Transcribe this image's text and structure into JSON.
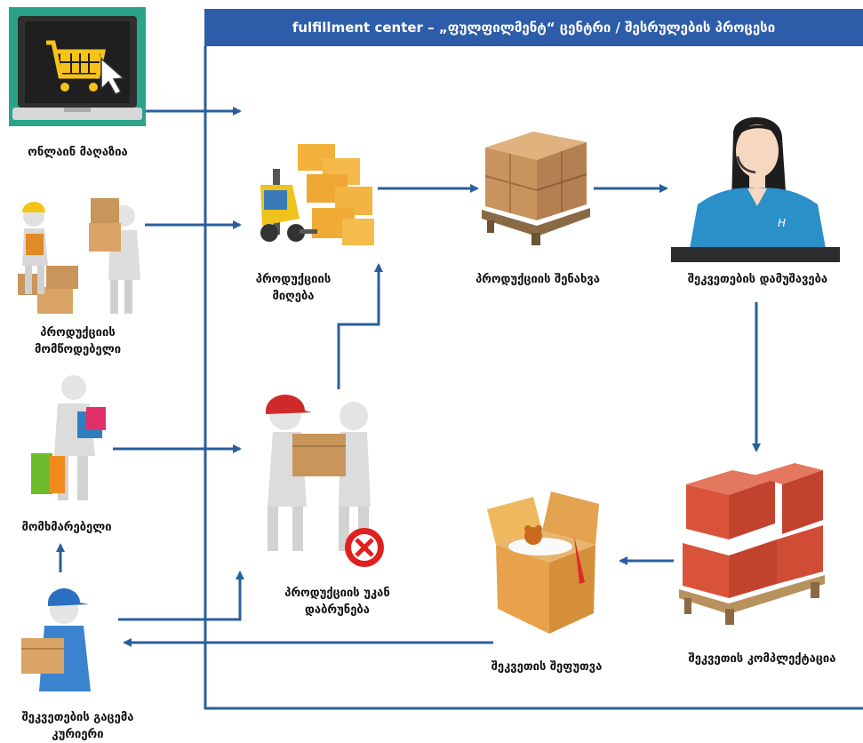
{
  "header": {
    "title": "fulfillment center – „ფულფილმენტ“ ცენტრი / შესრულების პროცესი"
  },
  "nodes": {
    "online_shop": "ონლაინ მაღაზია",
    "supplier": "პროდუქციის მომწოდებელი",
    "consumer": "მომხმარებელი",
    "courier": "შეკვეთების გაცემა კურიერი",
    "receiving": "პროდუქციის მიღება",
    "storage": "პროდუქციის შენახვა",
    "order_processing": "შეკვეთების დამუშავება",
    "returns": "პროდუქციის უკან დაბრუნება",
    "packing": "შეკვეთის შეფუთვა",
    "picking": "შეკვეთის კომპლექტაცია"
  },
  "colors": {
    "header": "#2d5ca8",
    "arrow": "#2a5f9e",
    "box": "#d9a25a",
    "red_box": "#d9533b"
  }
}
